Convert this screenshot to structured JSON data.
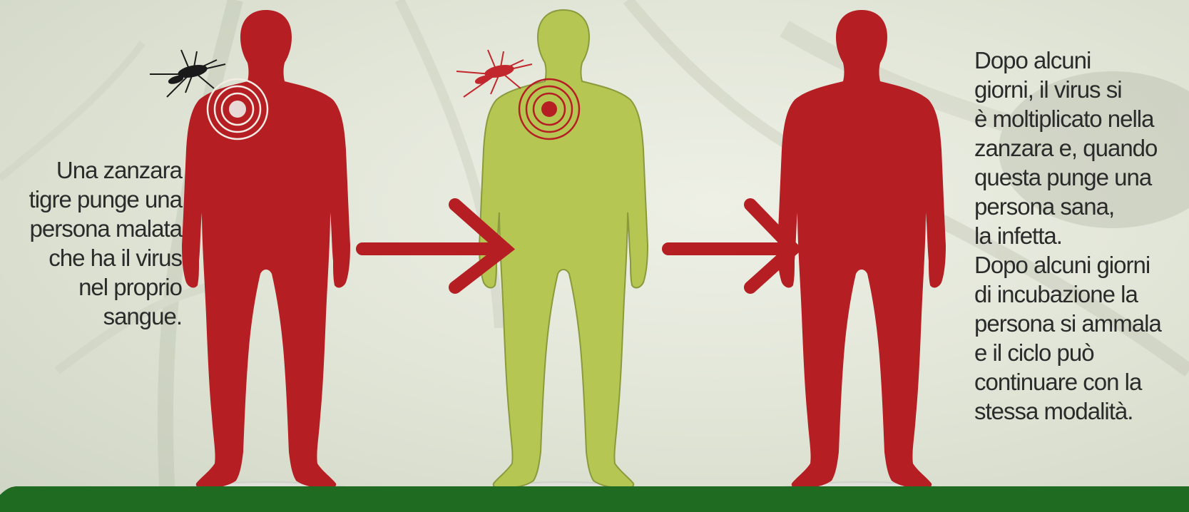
{
  "captions": {
    "left": [
      "Una zanzara",
      "tigre punge una",
      "persona malata",
      "che ha il virus",
      "nel proprio",
      "sangue."
    ],
    "right": [
      "Dopo alcuni",
      "giorni, il virus si",
      "è moltiplicato nella",
      "zanzara e, quando",
      "questa punge una",
      "persona sana,",
      "la infetta.",
      "Dopo alcuni giorni",
      "di incubazione la",
      "persona si ammala",
      "e il ciclo può",
      "continuare con la",
      "stessa modalità."
    ]
  },
  "figures": [
    {
      "state": "infected",
      "color": "#b51e23"
    },
    {
      "state": "healthy",
      "color": "#b5c653"
    },
    {
      "state": "infected",
      "color": "#b51e23"
    }
  ],
  "mosquitoes": [
    {
      "icon": "mosquito-icon",
      "color": "#1a1a1a"
    },
    {
      "icon": "mosquito-icon",
      "color": "#c1272d"
    }
  ],
  "colors": {
    "infected": "#b51e23",
    "healthy": "#b5c653",
    "arrow": "#b51e23",
    "footer": "#1f6b22"
  }
}
